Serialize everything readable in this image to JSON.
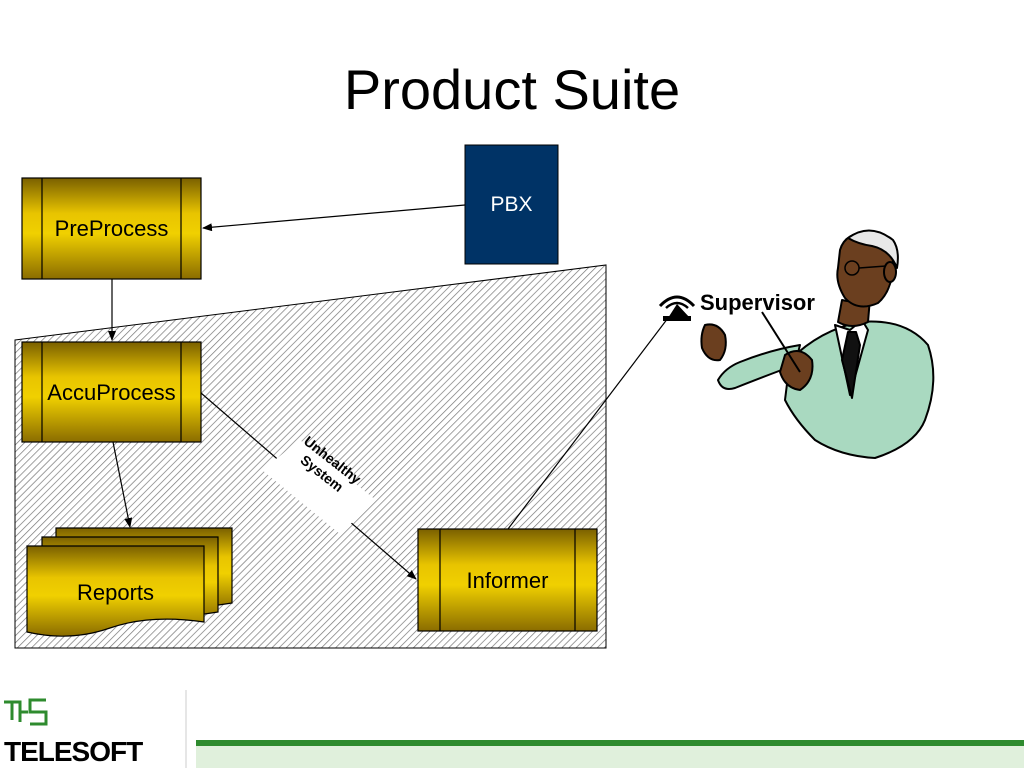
{
  "slide": {
    "title": "Product Suite"
  },
  "diagram": {
    "nodes": {
      "preprocess": "PreProcess",
      "pbx": "PBX",
      "accuprocess": "AccuProcess",
      "reports": "Reports",
      "informer": "Informer",
      "supervisor": "Supervisor"
    },
    "edge_label": {
      "line1": "Unhealthy",
      "line2": "System"
    }
  },
  "footer": {
    "logo_text": "TELESOFT"
  },
  "colors": {
    "process_fill": "#C8A000",
    "pbx_fill": "#003366",
    "footer_bar": "#2E8B2E",
    "hatch_area": "#d8d8d8"
  }
}
